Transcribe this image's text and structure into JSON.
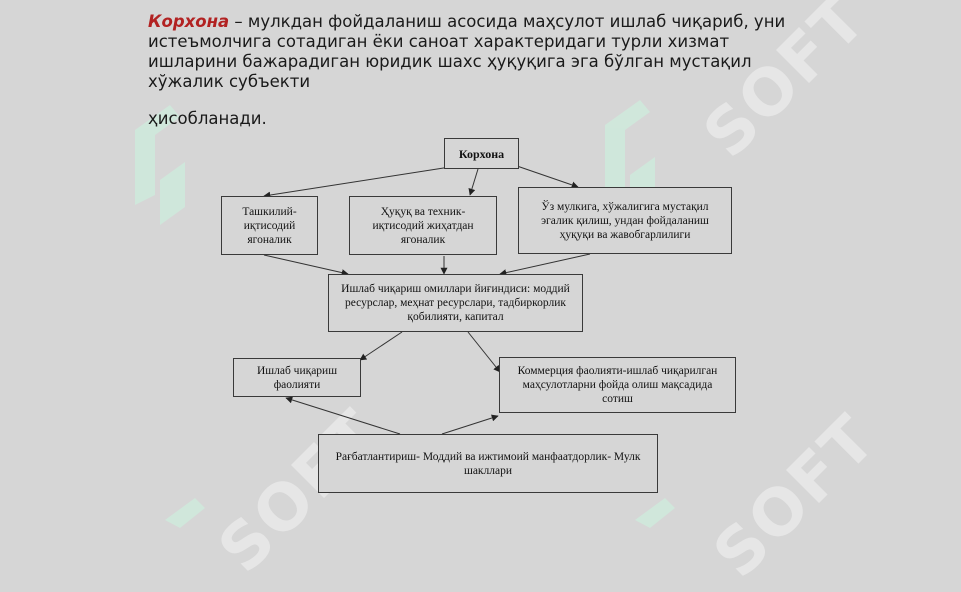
{
  "intro": {
    "term": "Корхона",
    "text": " – мулкдан фойдаланиш асосида маҳсулот ишлаб чиқариб, уни истеъмолчига сотадиган ёки саноат характеридаги турли хизмат ишларини бажарадиган юридик шахс ҳуқуқига эга бўлган мустақил хўжалик субъекти",
    "last_line": "ҳисобланади."
  },
  "diagram": {
    "root": "Корхона",
    "org_econ": "Ташкилий-иқтисодий ягоналик",
    "legal_tech": "Ҳуқуқ ва техник-иқтисодий жиҳатдан ягоналик",
    "ownership": "Ўз мулкига, хўжалигига мустақил эгалик қилиш, ундан фойдаланиш ҳуқуқи ва жавобгарлилиги",
    "factors": "Ишлаб чиқариш омиллари йиғиндиси: моддий ресурслар, меҳнат ресурслари, тадбиркорлик қобилияти, капитал",
    "production": "Ишлаб чиқариш фаолияти",
    "commerce": "Коммерция фаолияти-ишлаб чиқарилган маҳсулотларни фойда олиш мақсадида сотиш",
    "incentive": "Рағбатлантириш- Моддий ва ижтимоий манфаатдорлик- Мулк шакллари"
  },
  "watermark": "SOFT"
}
